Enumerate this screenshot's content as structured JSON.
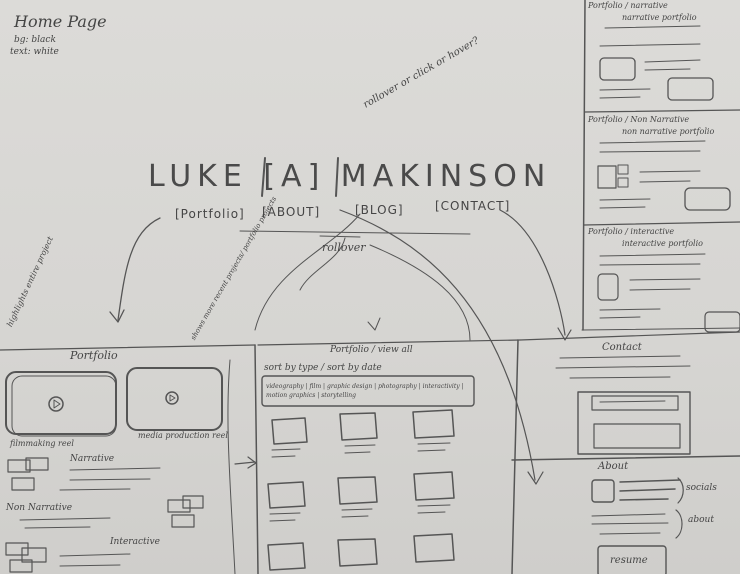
{
  "page": {
    "title": "Home Page",
    "notes": [
      "bg: black",
      "text: white"
    ]
  },
  "header": {
    "name": "LUKE [A] MAKINSON",
    "nav": [
      "[Portfolio]",
      "[ABOUT]",
      "[BLOG]",
      "[CONTACT]"
    ],
    "rollover_question": "rollover or click or hover?",
    "rollover_label": "rollover"
  },
  "annotations": {
    "highlights": "highlights entire project",
    "show_more": "shows more recent projects/ portfolio projects"
  },
  "portfolio_panel": {
    "title": "Portfolio",
    "reels": [
      "filmmaking reel",
      "media production reel"
    ],
    "categories": [
      "Narrative",
      "Non Narrative",
      "Interactive"
    ]
  },
  "view_all_panel": {
    "title": "Portfolio / view all",
    "sort_line": "sort by type / sort by date",
    "filters": "videography | film | graphic design | photography | interactivity | motion graphics | storytelling"
  },
  "contact_panel": {
    "title": "Contact"
  },
  "about_panel": {
    "title": "About",
    "socials_label": "socials",
    "about_label": "about",
    "resume_label": "resume"
  },
  "right_column": [
    {
      "header": "Portfolio / narrative",
      "subtitle": "narrative portfolio"
    },
    {
      "header": "Portfolio / Non Narrative",
      "subtitle": "non narrative portfolio"
    },
    {
      "header": "Portfolio / interactive",
      "subtitle": "interactive portfolio"
    }
  ]
}
